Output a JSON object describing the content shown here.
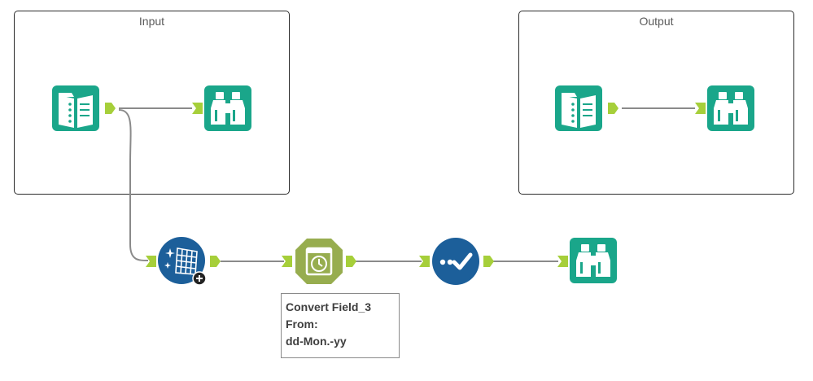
{
  "containers": {
    "input": {
      "title": "Input"
    },
    "output": {
      "title": "Output"
    }
  },
  "annotation": {
    "line1": "Convert Field_3",
    "line2": "From:",
    "line3": "dd-Mon.-yy"
  },
  "colors": {
    "teal": "#1aa68a",
    "blue": "#1c5f9a",
    "olive": "#97ad4f",
    "anchor": "#a6cf3a",
    "wire": "#8a8a8a"
  },
  "tools": [
    {
      "name": "input-data-tool-1",
      "icon": "book-icon"
    },
    {
      "name": "browse-tool-1",
      "icon": "binoculars-icon"
    },
    {
      "name": "input-data-tool-2",
      "icon": "book-icon"
    },
    {
      "name": "browse-tool-2",
      "icon": "binoculars-icon"
    },
    {
      "name": "data-cleansing-tool",
      "icon": "sparkle-grid-icon"
    },
    {
      "name": "datetime-tool",
      "icon": "clock-icon"
    },
    {
      "name": "select-tool",
      "icon": "checkmark-icon"
    },
    {
      "name": "browse-tool-3",
      "icon": "binoculars-icon"
    }
  ]
}
